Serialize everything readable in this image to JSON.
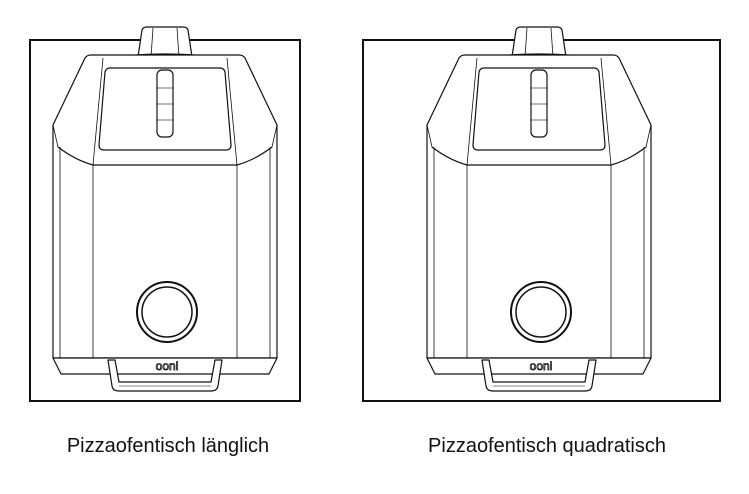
{
  "panels": [
    {
      "caption": "Pizzaofentisch länglich",
      "logo": "ooni"
    },
    {
      "caption": "Pizzaofentisch quadratisch",
      "logo": "ooni"
    }
  ]
}
